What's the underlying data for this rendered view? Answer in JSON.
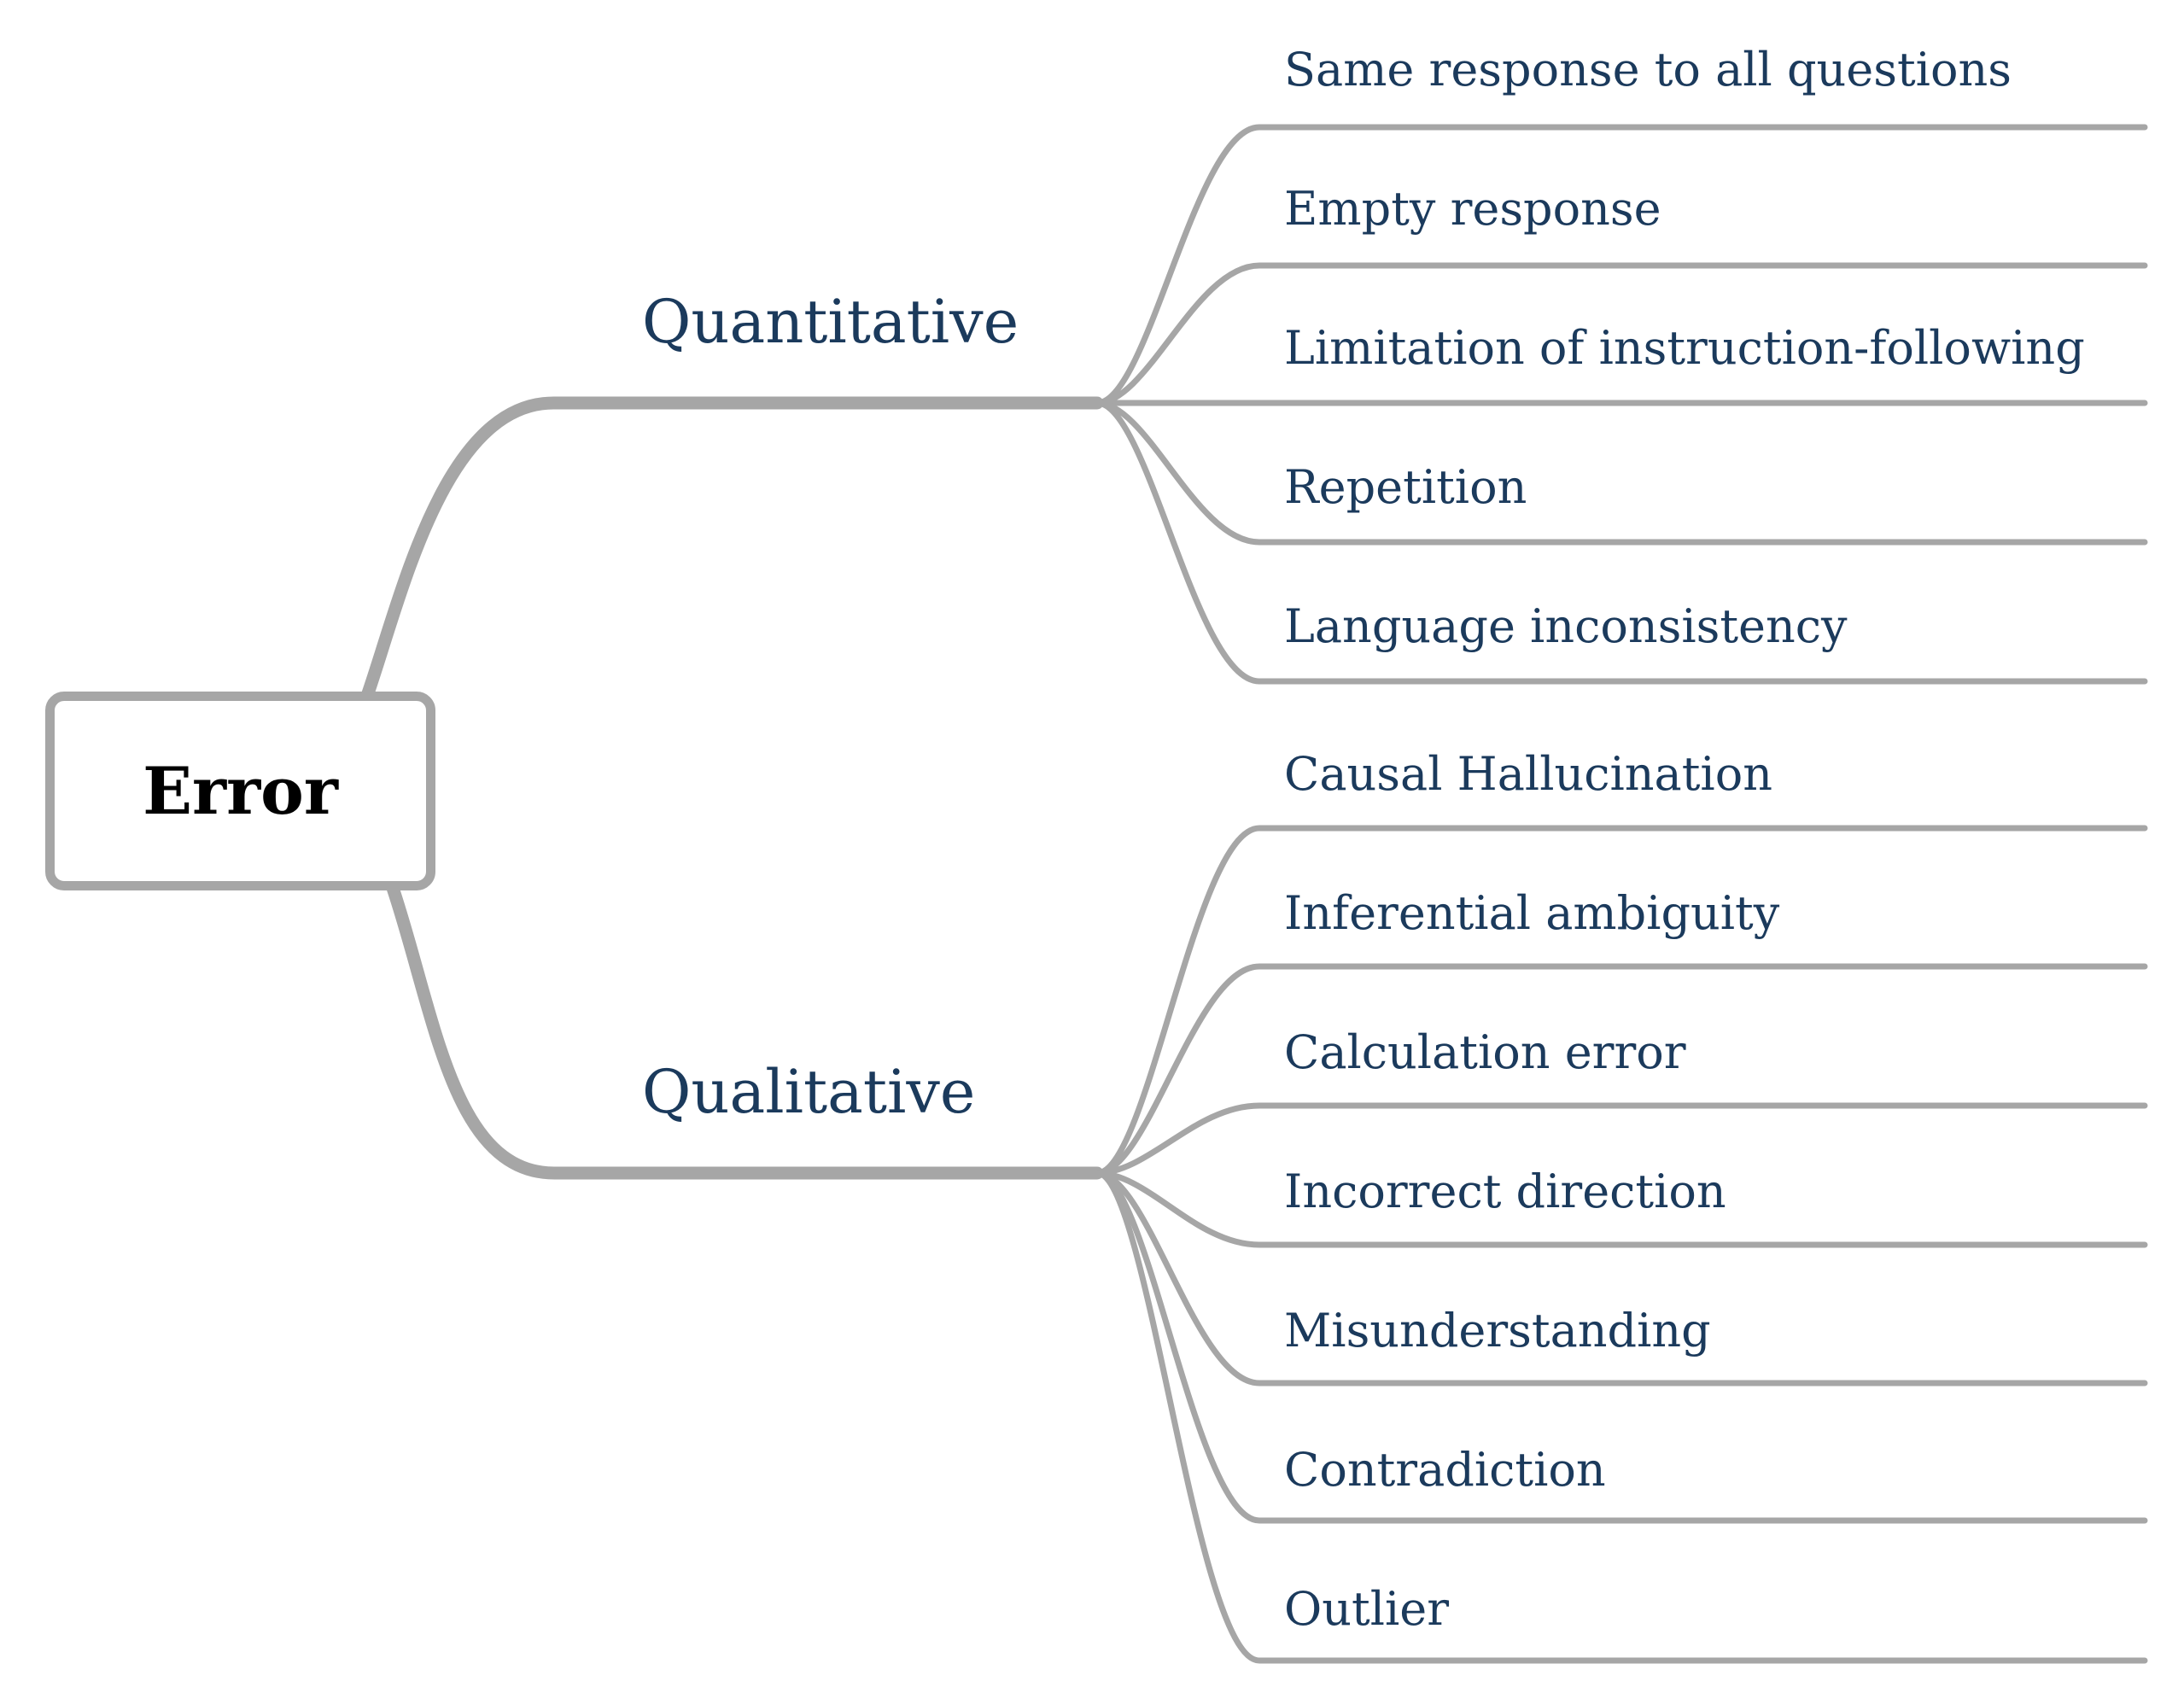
{
  "root": {
    "label": "Error"
  },
  "branches": [
    {
      "label": "Quantitative",
      "leaves": [
        "Same response to all questions",
        "Empty response",
        "Limitation of instruction-following",
        "Repetition",
        "Language inconsistency"
      ]
    },
    {
      "label": "Qualitative",
      "leaves": [
        "Causal Hallucination",
        "Inferential ambiguity",
        "Calculation error",
        "Incorrect direction",
        "Misunderstanding",
        "Contradiction",
        "Outlier"
      ]
    }
  ],
  "colors": {
    "connector": "#a6a6a6",
    "text": "#1b3a5c",
    "root_text": "#000000"
  }
}
